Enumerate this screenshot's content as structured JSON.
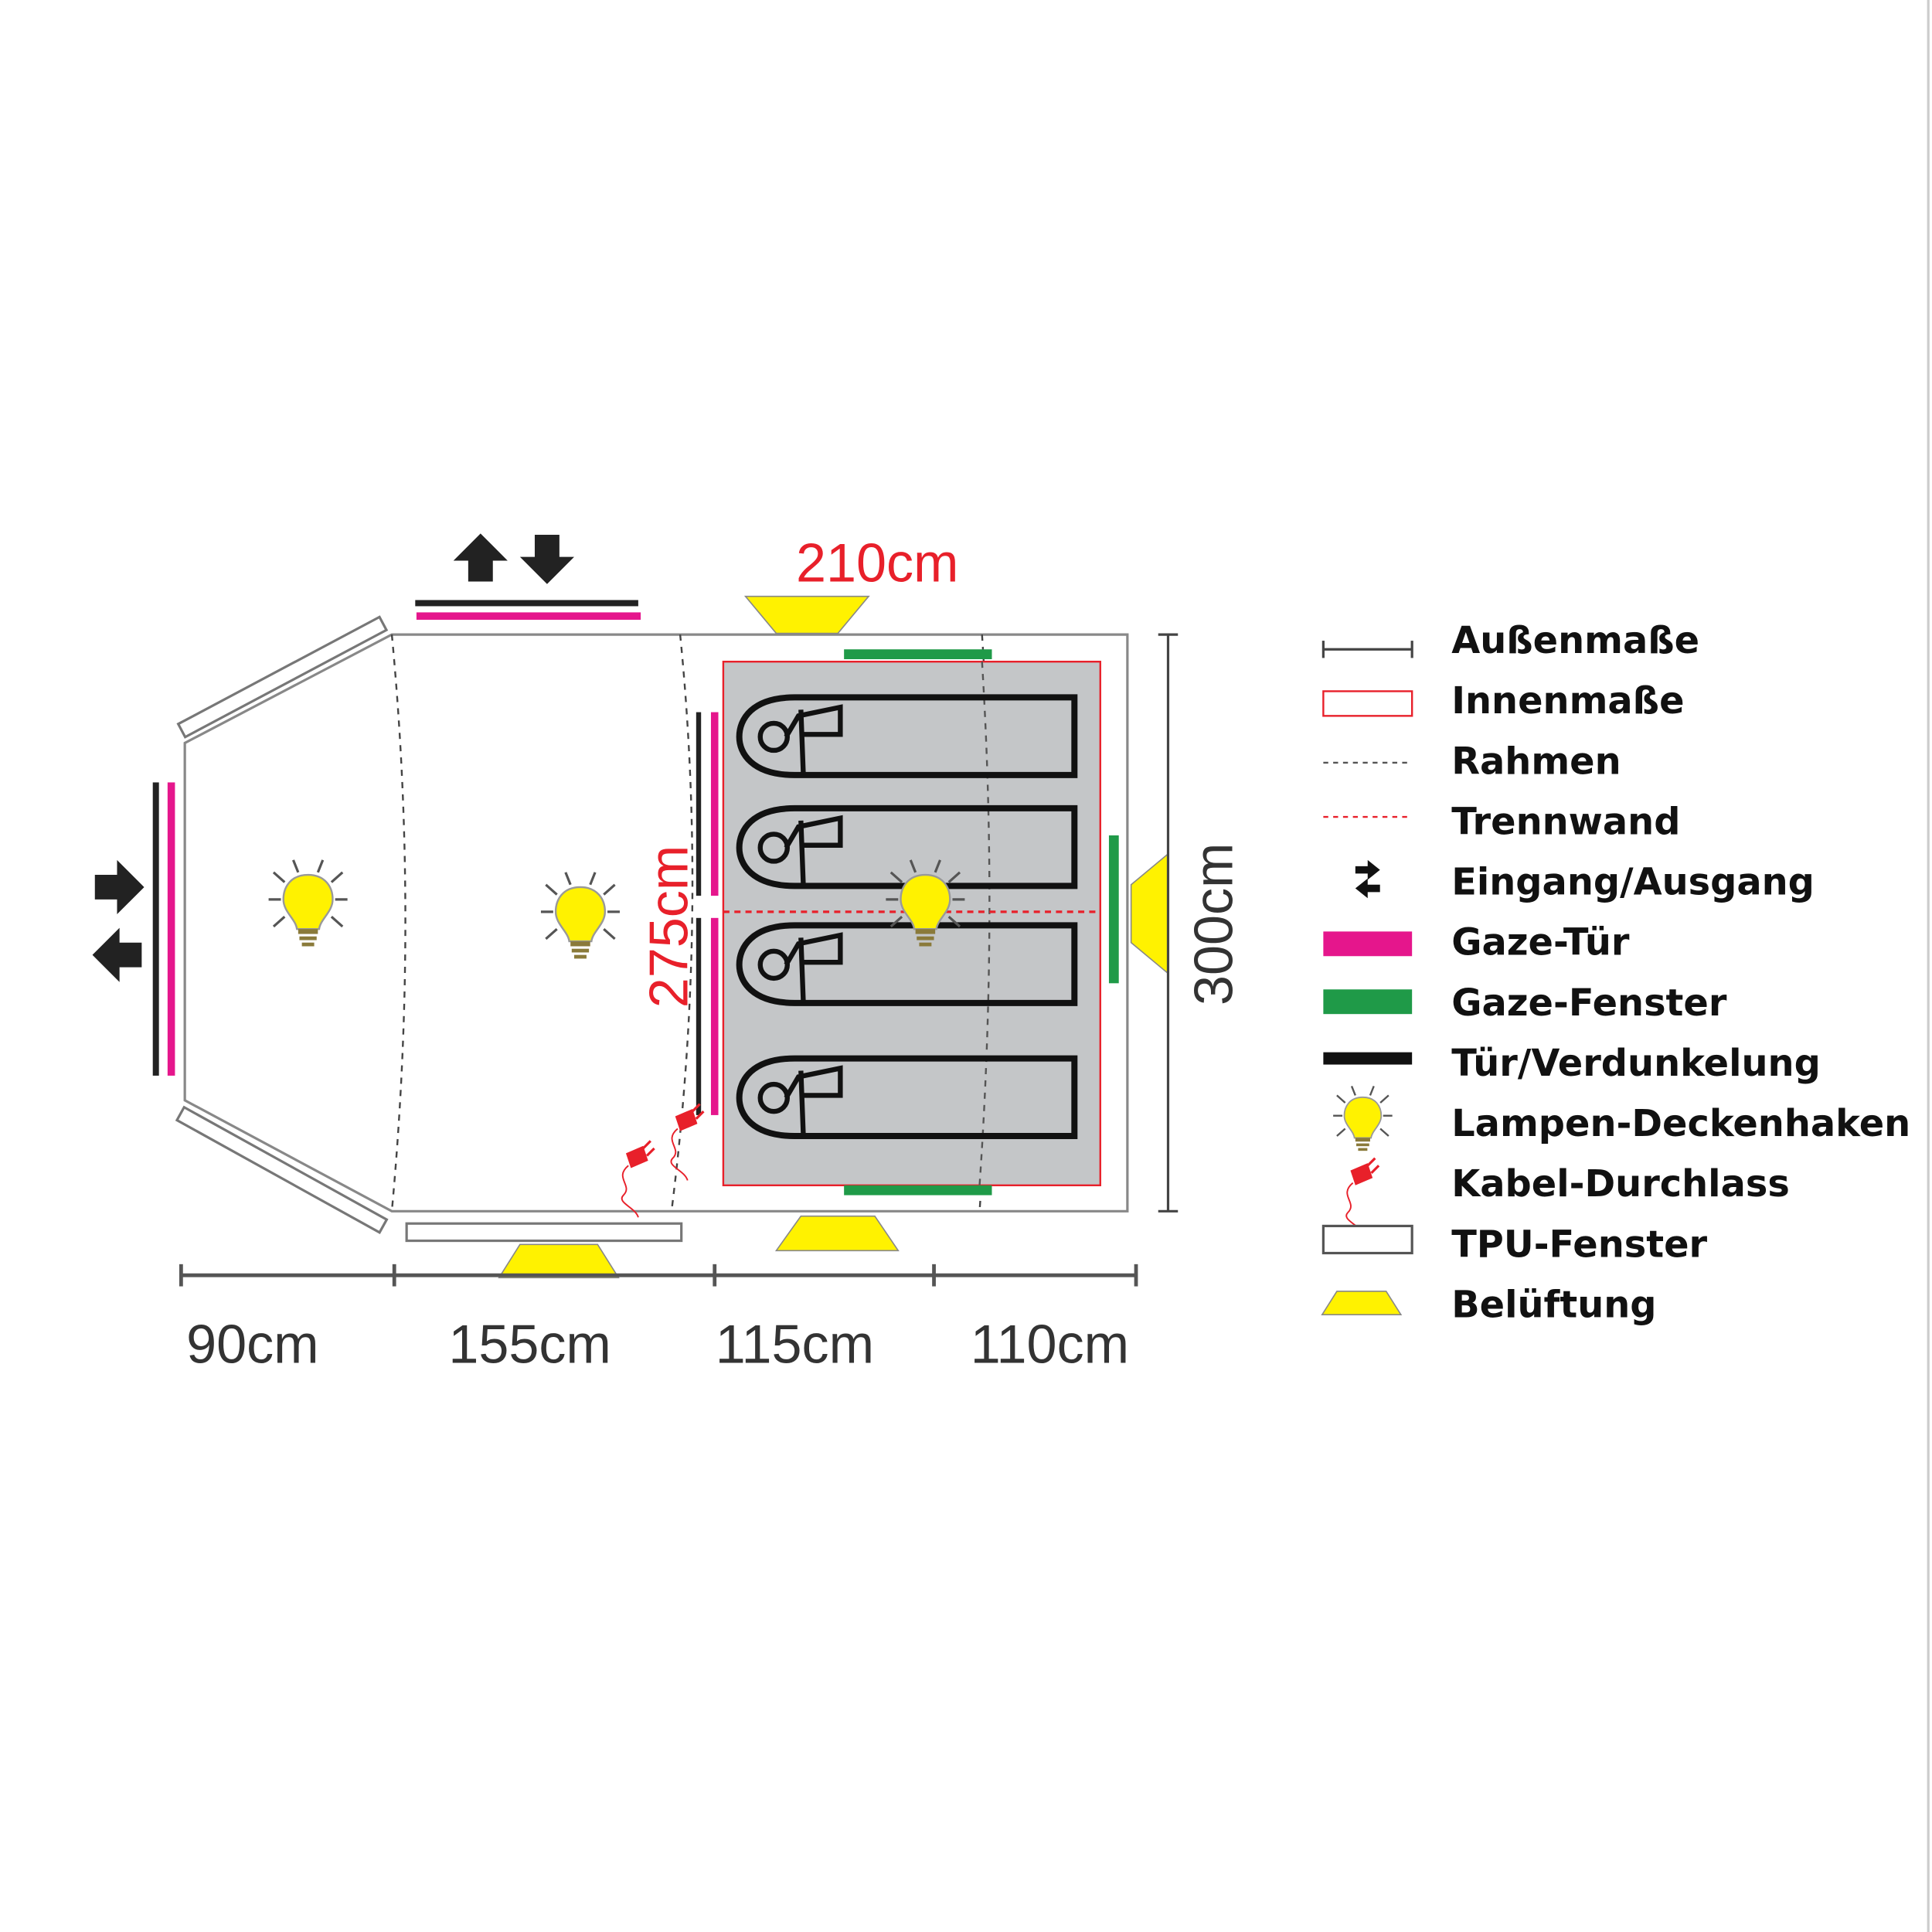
{
  "colors": {
    "gauze_door": "#e5168c",
    "gauze_window": "#1f9a48",
    "vent": "#fff200",
    "inner": "#e8202a",
    "inner_fill": "#c4c6c8"
  },
  "dimensions": {
    "inner_width": "210cm",
    "inner_depth": "275cm",
    "outer_depth": "300cm",
    "segments": [
      "90cm",
      "155cm",
      "115cm",
      "110cm"
    ]
  },
  "legend": [
    {
      "icon": "outer-dimension-icon",
      "label": "Außenmaße"
    },
    {
      "icon": "inner-dimension-icon",
      "label": "Innenmaße"
    },
    {
      "icon": "frame-icon",
      "label": "Rahmen"
    },
    {
      "icon": "partition-icon",
      "label": "Trennwand"
    },
    {
      "icon": "entrance-exit-icon",
      "label": "Eingang/Ausgang"
    },
    {
      "icon": "gauze-door-icon",
      "label": "Gaze-Tür"
    },
    {
      "icon": "gauze-window-icon",
      "label": "Gaze-Fenster"
    },
    {
      "icon": "door-blackout-icon",
      "label": "Tür/Verdunkelung"
    },
    {
      "icon": "lamp-hook-icon",
      "label": "Lampen-Deckenhaken"
    },
    {
      "icon": "cable-pass-icon",
      "label": "Kabel-Durchlass"
    },
    {
      "icon": "tpu-window-icon",
      "label": "TPU-Fenster"
    },
    {
      "icon": "ventilation-icon",
      "label": "Belüftung"
    }
  ]
}
